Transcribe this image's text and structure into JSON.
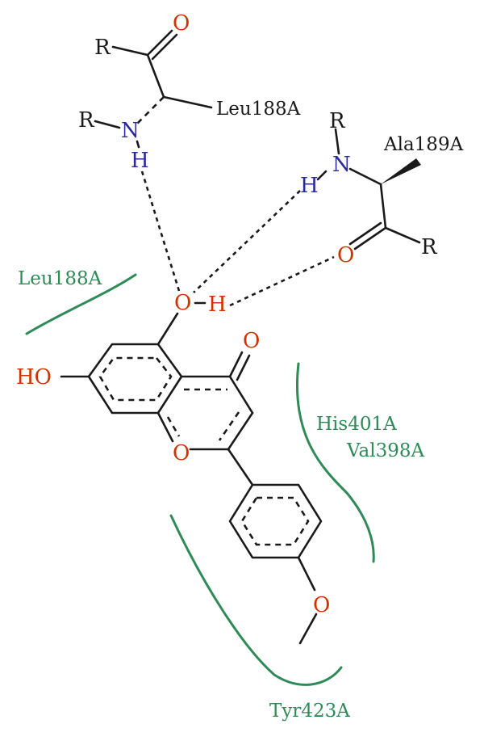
{
  "colors": {
    "oxygen": "#cc3300",
    "nitrogen": "#2a2a99",
    "carbon": "#1a1a1a",
    "residue": "#2e8b57"
  },
  "atoms": {
    "o_top": "O",
    "r_top": "R",
    "r_nh_left": "R",
    "n_left": "N",
    "h_left": "H",
    "r_nh_right": "R",
    "n_right": "N",
    "h_right": "H",
    "o_right": "O",
    "r_right": "R",
    "o_hydroxyl": "O",
    "h_hydroxyl": "H",
    "o_ketone": "O",
    "ho": "HO",
    "o_ring": "O",
    "o_methoxy": "O"
  },
  "residues": {
    "leu_top": "Leu188A",
    "ala": "Ala189A",
    "leu_left": "Leu188A",
    "his": "His401A",
    "val": "Val398A",
    "tyr": "Tyr423A"
  }
}
